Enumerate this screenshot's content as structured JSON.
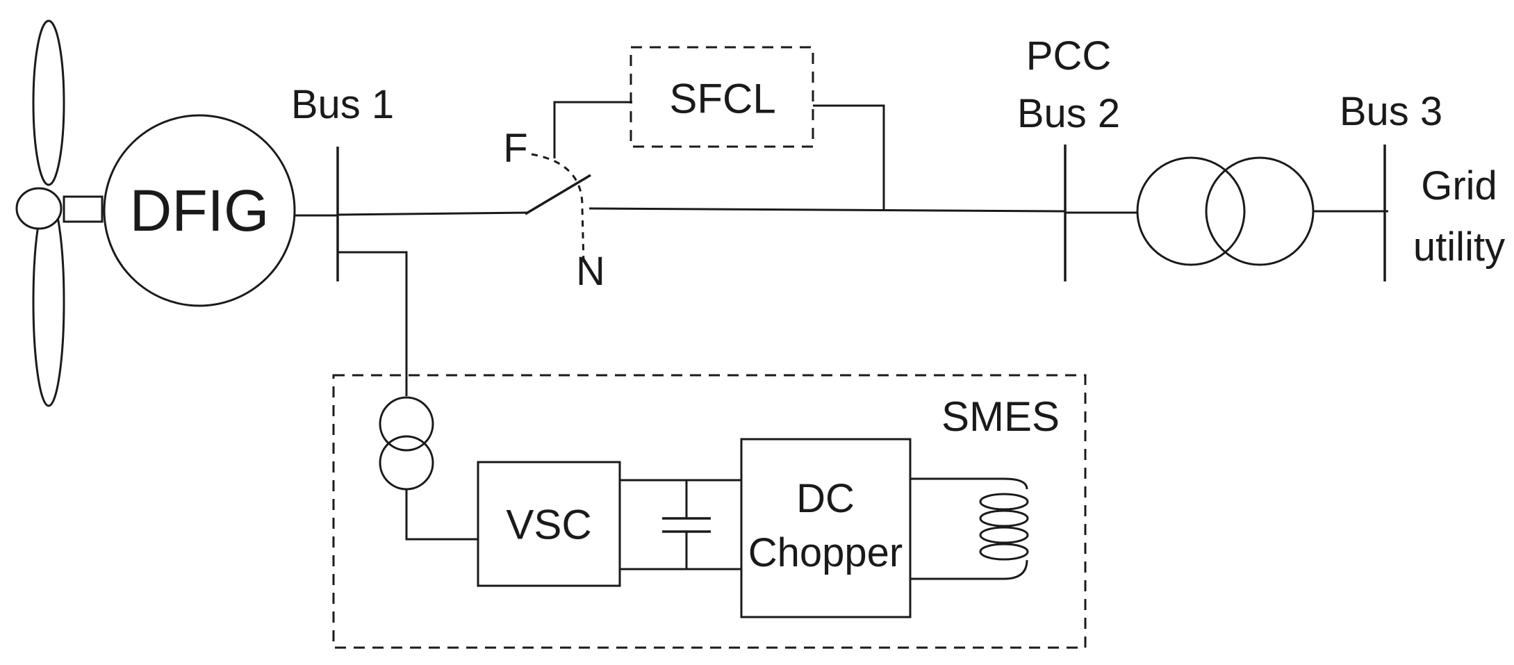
{
  "labels": {
    "generator": "DFIG",
    "bus1": "Bus 1",
    "pcc_line1": "PCC",
    "pcc_line2": "Bus 2",
    "bus3": "Bus 3",
    "grid_line1": "Grid",
    "grid_line2": "utility",
    "sfcl": "SFCL",
    "switch_fault": "F",
    "switch_normal": "N",
    "smes": "SMES",
    "vsc": "VSC",
    "chopper_line1": "DC",
    "chopper_line2": "Chopper"
  }
}
